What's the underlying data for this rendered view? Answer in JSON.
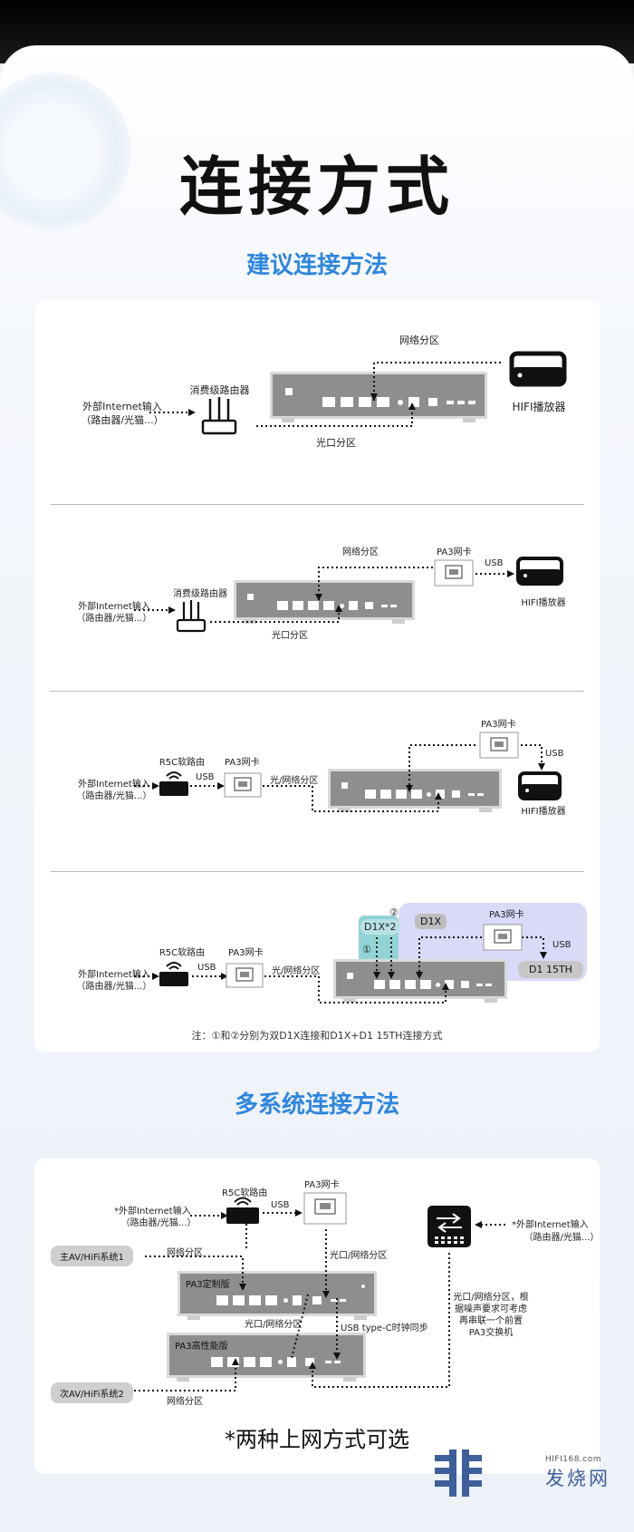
{
  "title": "连接方式",
  "section1_title": "建议连接方法",
  "section2_title": "多系统连接方法",
  "d1": {
    "internet_line1": "外部Internet输入",
    "internet_line2": "（路由器/光猫...）",
    "router": "消费级路由器",
    "net_zone": "网络分区",
    "optical_zone": "光口分区",
    "player": "HIFI播放器"
  },
  "d2": {
    "internet_line1": "外部Internet输入",
    "internet_line2": "（路由器/光猫...）",
    "router": "消费级路由器",
    "net_zone": "网络分区",
    "optical_zone": "光口分区",
    "card": "PA3网卡",
    "usb": "USB",
    "player": "HIFI播放器"
  },
  "d3": {
    "internet_line1": "外部Internet输入",
    "internet_line2": "（路由器/光猫...）",
    "router": "R5C软路由",
    "usb1": "USB",
    "card1": "PA3网卡",
    "zone": "光/网络分区",
    "card2": "PA3网卡",
    "usb2": "USB",
    "player": "HIFI播放器"
  },
  "d4": {
    "internet_line1": "外部Internet输入",
    "internet_line2": "（路由器/光猫...）",
    "router": "R5C软路由",
    "usb1": "USB",
    "card1": "PA3网卡",
    "zone": "光/网络分区",
    "tag_d1x2": "D1X*2",
    "circle1": "①",
    "circle2": "②",
    "tag_d1x": "D1X",
    "card2": "PA3网卡",
    "usb2": "USB",
    "tag_d1_15th": "D1 15TH",
    "note": "注：①和②分别为双D1X连接和D1X+D1 15TH连接方式"
  },
  "d5": {
    "internet_line1": "外部Internet输入",
    "internet_line2": "（路由器/光猫...）",
    "router": "R5C软路由",
    "usb": "USB",
    "card": "PA3网卡",
    "right_internet_line1": "外部Internet输入",
    "right_internet_line2": "（路由器/光猫...）",
    "system1": "主AV/HiFi系统1",
    "net_zone_top": "网络分区",
    "zone_right": "光口/网络分区",
    "custom": "PA3定制版",
    "zone_mid": "光口/网络分区",
    "usb_clock": "USB type-C时钟同步",
    "high": "PA3高性能版",
    "system2": "次AV/HiFi系统2",
    "net_zone_bottom": "网络分区",
    "switch_line1": "光口/网络分区，根",
    "switch_line2": "据噪声要求可考虑",
    "switch_line3": "再串联一个前置",
    "switch_line4": "PA3交换机",
    "star": "*",
    "bottom_text": "两种上网方式可选"
  },
  "watermark": {
    "url": "HIFI168.com",
    "brand": "发烧网"
  }
}
